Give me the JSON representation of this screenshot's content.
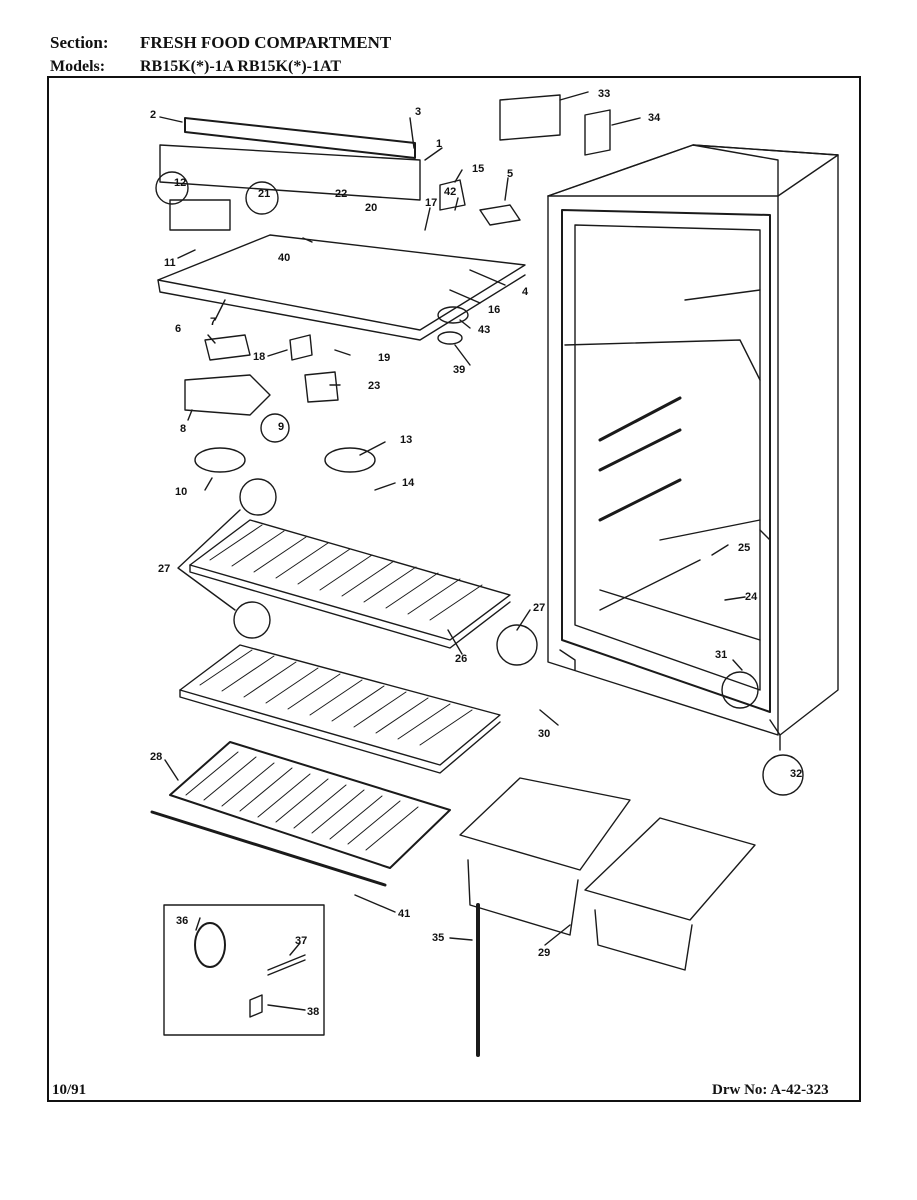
{
  "header": {
    "section_label": "Section:",
    "section_value": "FRESH FOOD COMPARTMENT",
    "models_label": "Models:",
    "models_value": "RB15K(*)-1A  RB15K(*)-1AT"
  },
  "footer": {
    "date": "10/91",
    "drawing_number": "Drw No: A-42-323"
  },
  "callouts": [
    "1",
    "2",
    "3",
    "4",
    "5",
    "6",
    "7",
    "8",
    "9",
    "10",
    "11",
    "12",
    "13",
    "14",
    "15",
    "16",
    "17",
    "18",
    "19",
    "20",
    "21",
    "22",
    "23",
    "24",
    "25",
    "26",
    "27",
    "27",
    "28",
    "29",
    "30",
    "31",
    "32",
    "33",
    "34",
    "35",
    "36",
    "37",
    "38",
    "39",
    "40",
    "41",
    "42",
    "43"
  ]
}
